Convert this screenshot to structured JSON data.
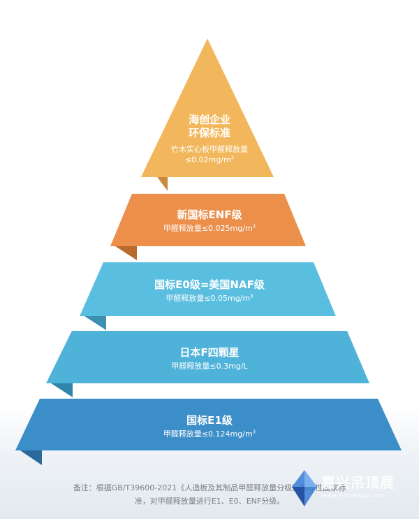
{
  "colors": {
    "tier1": "#f2b75c",
    "tier2": "#ec8f4b",
    "tier3": "#59bedf",
    "tier4": "#4fb2d9",
    "tier5": "#3c8ec8"
  },
  "tiers": [
    {
      "title_line1": "海创企业",
      "title_line2": "环保标准",
      "sub_line1": "竹木实心板甲醛释放量",
      "sub_line2": "≤0.02mg/m",
      "sub_sup": "3"
    },
    {
      "title": "新国标ENF级",
      "sub": "甲醛释放量≤0.025mg/m",
      "sub_sup": "3"
    },
    {
      "title": "国标E0级=美国NAF级",
      "sub": "甲醛释放量≤0.05mg/m",
      "sub_sup": "3"
    },
    {
      "title": "日本F四颗星",
      "sub": "甲醛释放量≤0.3mg/L"
    },
    {
      "title": "国标E1级",
      "sub": "甲醛释放量≤0.124mg/m",
      "sub_sup": "3"
    }
  ],
  "footnote": {
    "line1": "备注：根据GB/T39600-2021《人造板及其制品甲醛释放量分级》推荐性国家标",
    "line2": "准，对甲醛释放量进行E1、E0、ENF分级。"
  },
  "watermark": {
    "name": "嘉兴吊顶展",
    "url": "www.jcdd-expo.com",
    "logo_icon": "diamond-logo-icon"
  }
}
